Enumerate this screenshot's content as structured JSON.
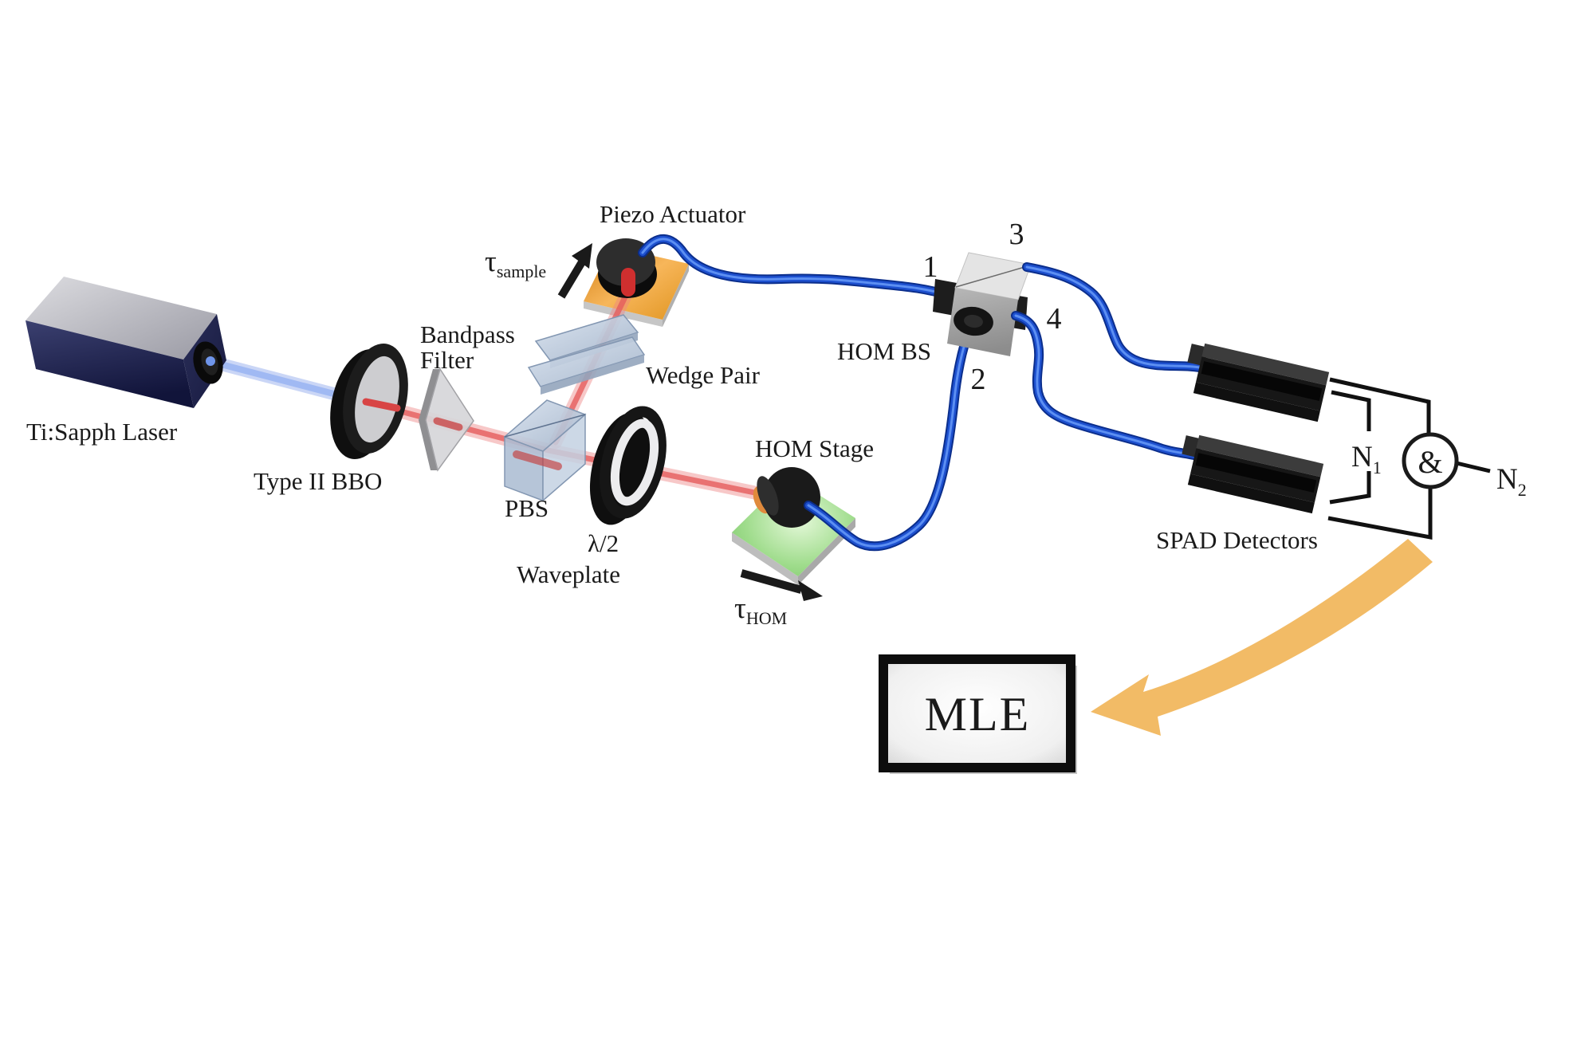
{
  "labels": {
    "laser": "Ti:Sapph Laser",
    "bbo": "Type II BBO",
    "bandpass1": "Bandpass",
    "bandpass2": "Filter",
    "pbs": "PBS",
    "wedge": "Wedge Pair",
    "piezo": "Piezo Actuator",
    "wp1": "λ/2",
    "wp2": "Waveplate",
    "hom_stage": "HOM Stage",
    "hom_bs": "HOM BS",
    "spad": "SPAD Detectors",
    "mle": "MLE",
    "amp": "&"
  },
  "ports": {
    "p1": "1",
    "p2": "2",
    "p3": "3",
    "p4": "4"
  },
  "tau_sample": {
    "sym": "τ",
    "sub": "sample"
  },
  "tau_hom": {
    "sym": "τ",
    "sub": "HOM"
  },
  "n1": {
    "sym": "N",
    "sub": "1"
  },
  "n2": {
    "sym": "N",
    "sub": "2"
  },
  "colors": {
    "text-black": "#1a1a1a",
    "beam-blue": "#96aeee",
    "beam-red": "#ee8484",
    "beam-red-core": "#e55d5d",
    "fiber-blue": "#1d50cf",
    "fiber-dark": "#0b2e8c",
    "fiber-light": "#5c8ff2",
    "piezo-orange": "#ee9f3a",
    "stage-green": "#8fd57f",
    "arrow-orange": "#f2bb66",
    "glass-blue": "#bac9dc",
    "cube-gray": "#a8a8a8",
    "mle-border": "#0d0d0d"
  }
}
